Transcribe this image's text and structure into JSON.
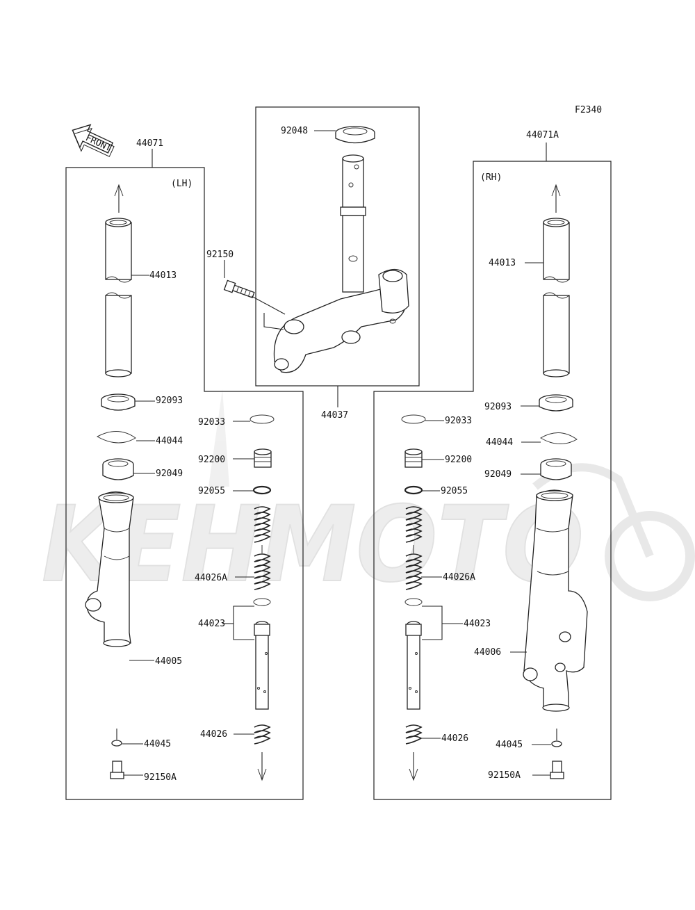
{
  "figure_code": "F2340",
  "front_arrow_text": "FRONT",
  "watermark_text": "KEHMOTO",
  "assemblies": {
    "left": {
      "part_no": "44071",
      "side": "(LH)"
    },
    "center": {
      "part_no": "44037"
    },
    "right": {
      "part_no": "44071A",
      "side": "(RH)"
    }
  },
  "callouts": {
    "stem_seal": "92048",
    "stem_bolt": "92150",
    "lh_inner_tube": "44013",
    "rh_inner_tube": "44013",
    "lh_dust_seal": "92093",
    "rh_dust_seal": "92093",
    "lh_clip": "44044",
    "rh_clip": "44044",
    "lh_oil_seal": "92049",
    "rh_oil_seal": "92049",
    "lh_snap_ring": "92033",
    "rh_snap_ring": "92033",
    "lh_cap": "92200",
    "rh_cap": "92200",
    "lh_o_ring": "92055",
    "rh_o_ring": "92055",
    "lh_spring_a": "44026A",
    "rh_spring_a": "44026A",
    "lh_piston": "44023",
    "rh_piston": "44023",
    "lh_outer_tube": "44005",
    "rh_outer_tube": "44006",
    "lh_spring": "44026",
    "rh_spring": "44026",
    "lh_gasket": "44045",
    "rh_gasket": "44045",
    "lh_bottom_bolt": "92150A",
    "rh_bottom_bolt": "92150A"
  }
}
